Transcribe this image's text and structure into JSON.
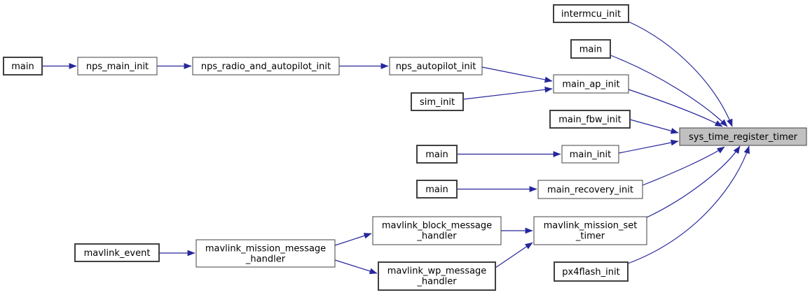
{
  "diagram": {
    "type": "call-graph",
    "background": "#ffffff",
    "edge_color": "#26269c",
    "node_border_color": "#404040",
    "highlight_fill": "#c0c0c0",
    "text_color": "#000000",
    "highlighted_node": "sys_time_register_timer"
  },
  "nodes": [
    {
      "id": "main-nps",
      "label": "main"
    },
    {
      "id": "nps_main_init",
      "label": "nps_main_init"
    },
    {
      "id": "nps_radio_and_autopilot_init",
      "label": "nps_radio_and_autopilot_init"
    },
    {
      "id": "nps_autopilot_init",
      "label": "nps_autopilot_init"
    },
    {
      "id": "sim_init",
      "label": "sim_init"
    },
    {
      "id": "intermcu_init",
      "label": "intermcu_init"
    },
    {
      "id": "main-top",
      "label": "main"
    },
    {
      "id": "main_ap_init",
      "label": "main_ap_init"
    },
    {
      "id": "main_fbw_init",
      "label": "main_fbw_init"
    },
    {
      "id": "main-init-caller",
      "label": "main"
    },
    {
      "id": "main_init",
      "label": "main_init"
    },
    {
      "id": "main-recovery-caller",
      "label": "main"
    },
    {
      "id": "main_recovery_init",
      "label": "main_recovery_init"
    },
    {
      "id": "mavlink_event",
      "label": "mavlink_event"
    },
    {
      "id": "mavlink_mission_message_handler",
      "lines": [
        "mavlink_mission_message",
        "_handler"
      ]
    },
    {
      "id": "mavlink_block_message_handler",
      "lines": [
        "mavlink_block_message",
        "_handler"
      ]
    },
    {
      "id": "mavlink_wp_message_handler",
      "lines": [
        "mavlink_wp_message",
        "_handler"
      ]
    },
    {
      "id": "mavlink_mission_set_timer",
      "lines": [
        "mavlink_mission_set",
        "_timer"
      ]
    },
    {
      "id": "px4flash_init",
      "label": "px4flash_init"
    },
    {
      "id": "sys_time_register_timer",
      "label": "sys_time_register_timer"
    }
  ],
  "edges": [
    {
      "from": "main",
      "to": "nps_main_init"
    },
    {
      "from": "nps_main_init",
      "to": "nps_radio_and_autopilot_init"
    },
    {
      "from": "nps_radio_and_autopilot_init",
      "to": "nps_autopilot_init"
    },
    {
      "from": "nps_autopilot_init",
      "to": "main_ap_init"
    },
    {
      "from": "sim_init",
      "to": "main_ap_init"
    },
    {
      "from": "intermcu_init",
      "to": "sys_time_register_timer"
    },
    {
      "from": "main",
      "to": "sys_time_register_timer"
    },
    {
      "from": "main_ap_init",
      "to": "sys_time_register_timer"
    },
    {
      "from": "main_fbw_init",
      "to": "sys_time_register_timer"
    },
    {
      "from": "main",
      "to": "main_init"
    },
    {
      "from": "main_init",
      "to": "sys_time_register_timer"
    },
    {
      "from": "main",
      "to": "main_recovery_init"
    },
    {
      "from": "main_recovery_init",
      "to": "sys_time_register_timer"
    },
    {
      "from": "mavlink_event",
      "to": "mavlink_mission_message_handler"
    },
    {
      "from": "mavlink_mission_message_handler",
      "to": "mavlink_block_message_handler"
    },
    {
      "from": "mavlink_mission_message_handler",
      "to": "mavlink_wp_message_handler"
    },
    {
      "from": "mavlink_block_message_handler",
      "to": "mavlink_mission_set_timer"
    },
    {
      "from": "mavlink_wp_message_handler",
      "to": "mavlink_mission_set_timer"
    },
    {
      "from": "mavlink_mission_set_timer",
      "to": "sys_time_register_timer"
    },
    {
      "from": "px4flash_init",
      "to": "sys_time_register_timer"
    }
  ]
}
